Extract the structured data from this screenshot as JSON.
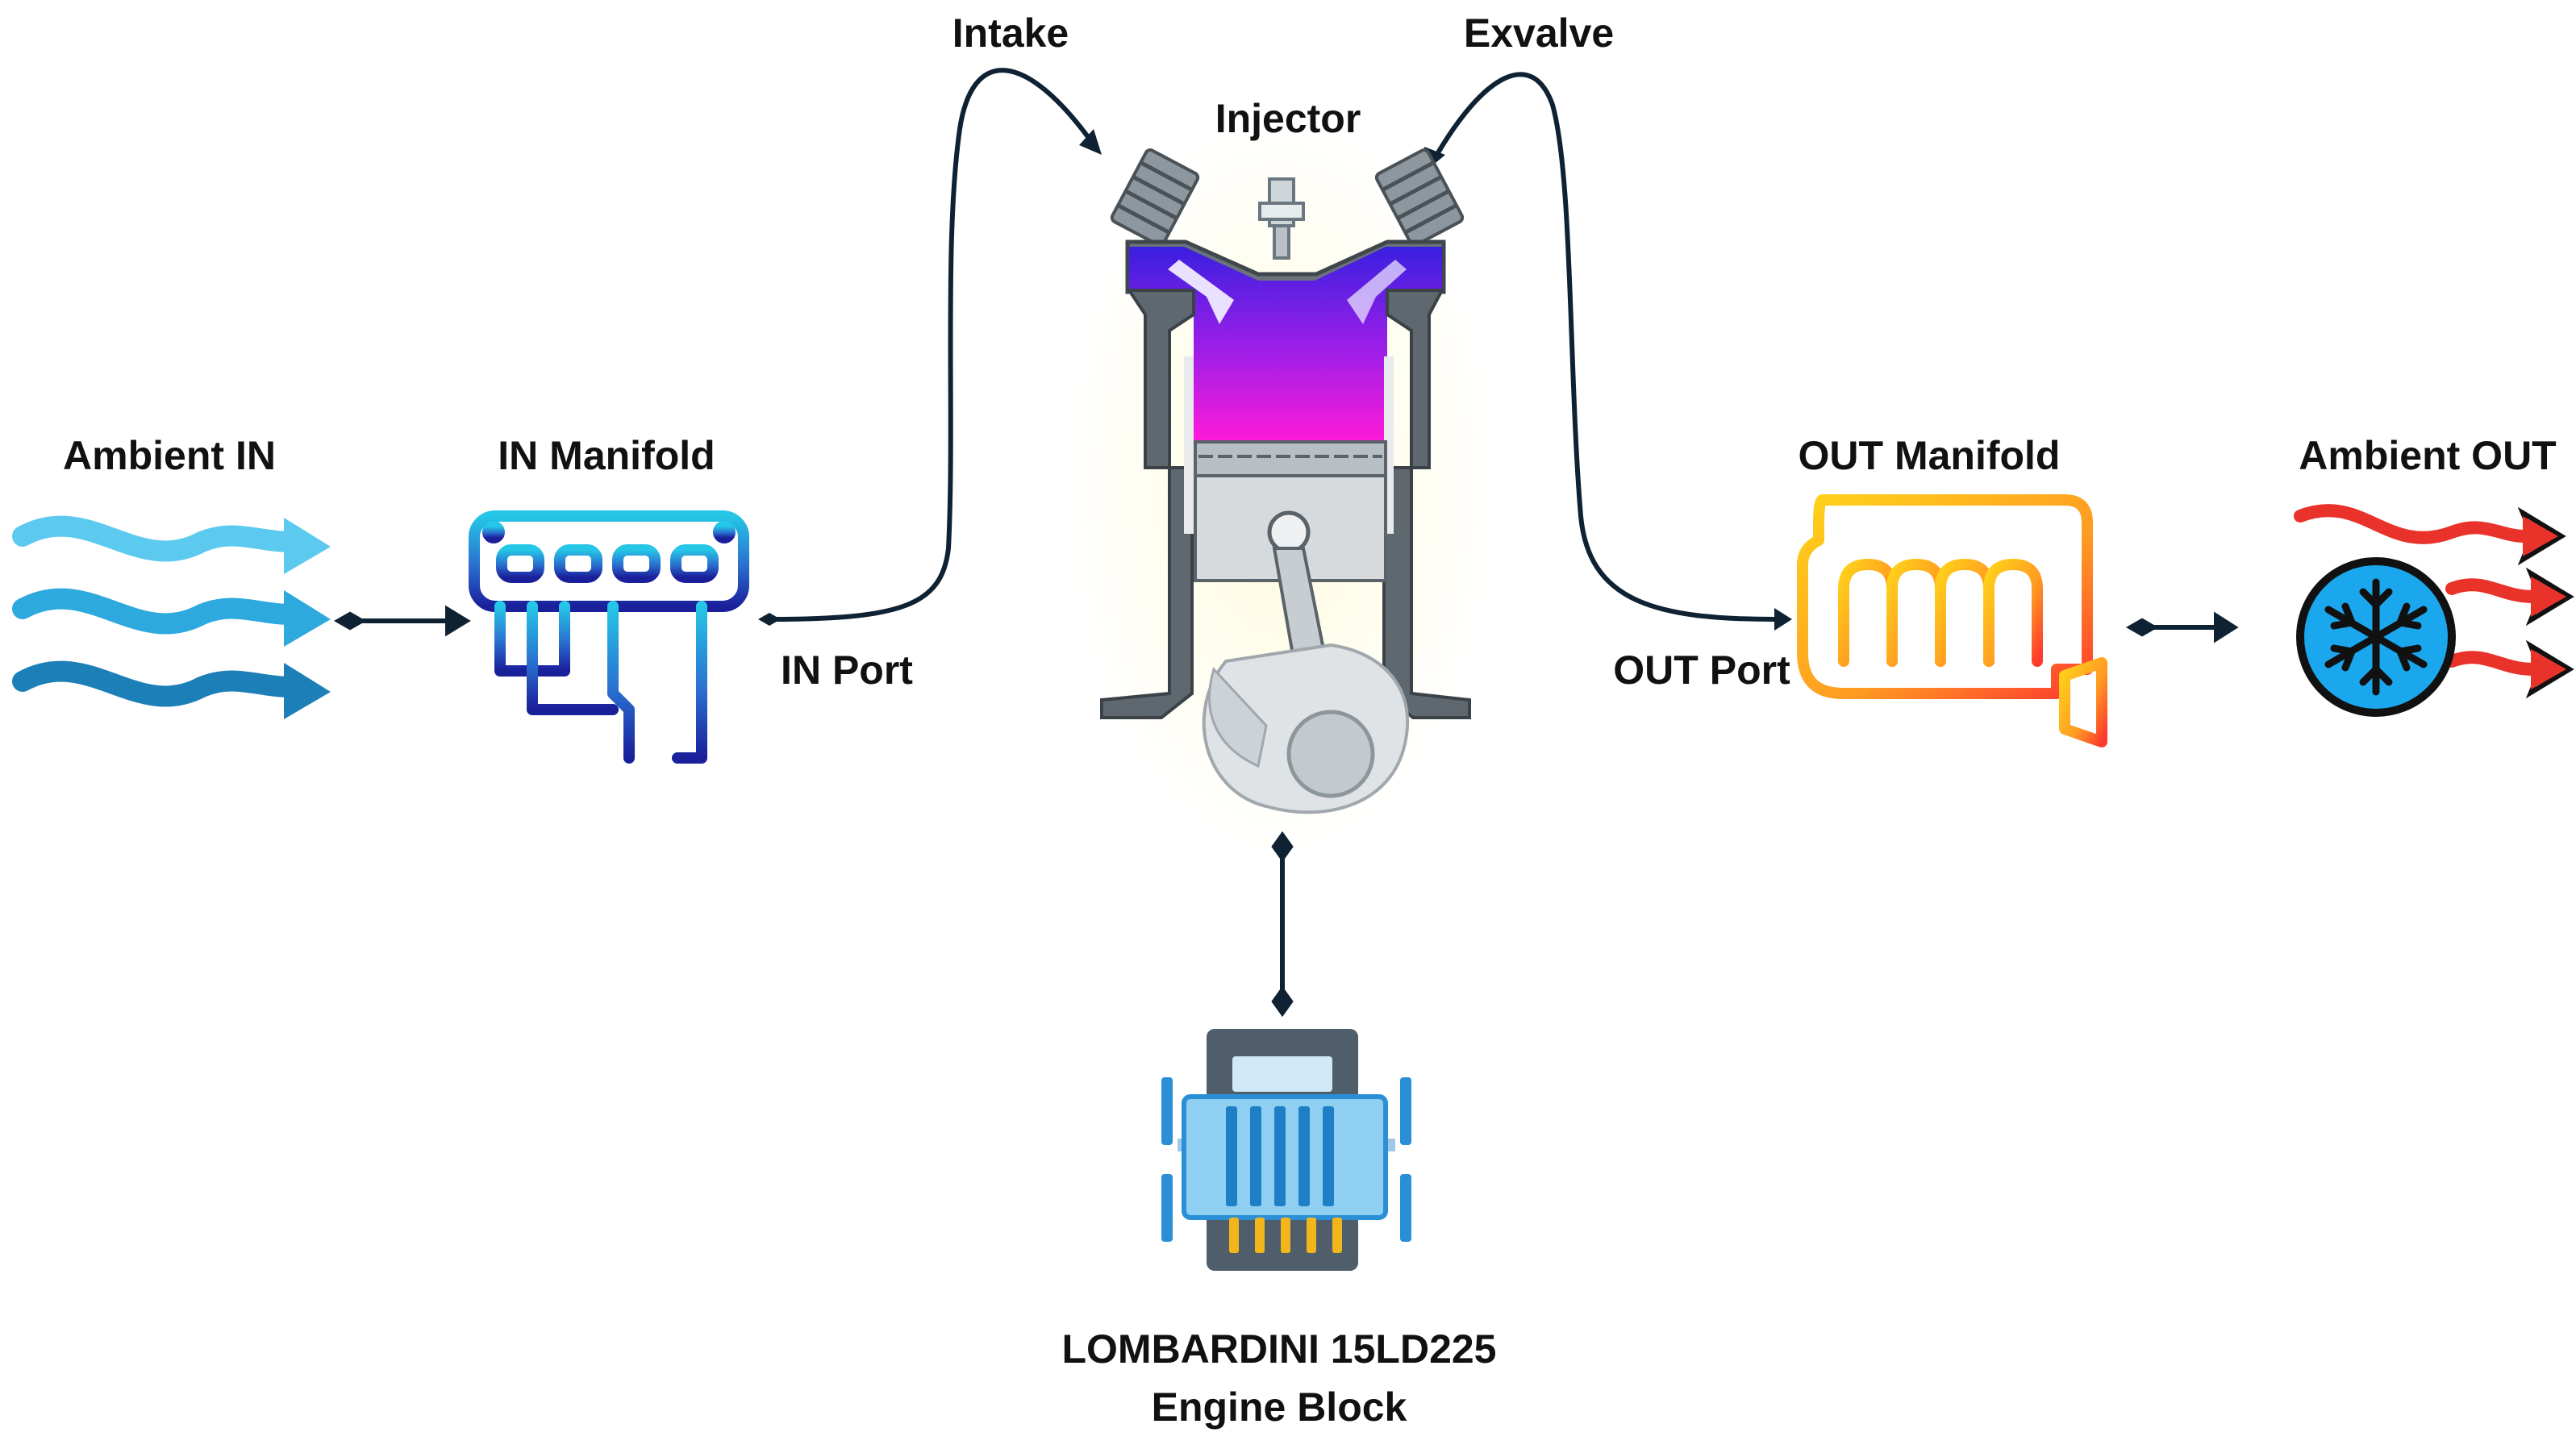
{
  "labels": {
    "ambient_in": "Ambient IN",
    "in_manifold": "IN Manifold",
    "in_port": "IN Port",
    "intake": "Intake",
    "injector": "Injector",
    "exvalve": "Exvalve",
    "out_port": "OUT Port",
    "out_manifold": "OUT Manifold",
    "ambient_out": "Ambient OUT",
    "engine_block_line1": "LOMBARDINI 15LD225",
    "engine_block_line2": "Engine Block"
  },
  "icons": {
    "ambient_in": "wind-flow-icon",
    "in_manifold": "intake-manifold-icon",
    "cylinder": "engine-cylinder-icon",
    "out_manifold": "exhaust-manifold-icon",
    "ambient_out": "fan-exhaust-icon",
    "engine_block": "engine-block-icon"
  },
  "colors": {
    "connector": "#0f2233",
    "wind_blue": "#1f9fd8",
    "manifold_in_start": "#25c6e6",
    "manifold_in_end": "#1a1f9a",
    "chamber_top": "#3a1fe0",
    "chamber_bottom": "#ff1ad9",
    "manifold_out_start": "#ffc21a",
    "manifold_out_end": "#ff3b2f",
    "exhaust_red": "#e8322a",
    "fan_blue": "#19a6ec",
    "engine_frame": "#4b5a66",
    "engine_fins": "#2a9ad8",
    "engine_pins": "#f2b61b"
  }
}
